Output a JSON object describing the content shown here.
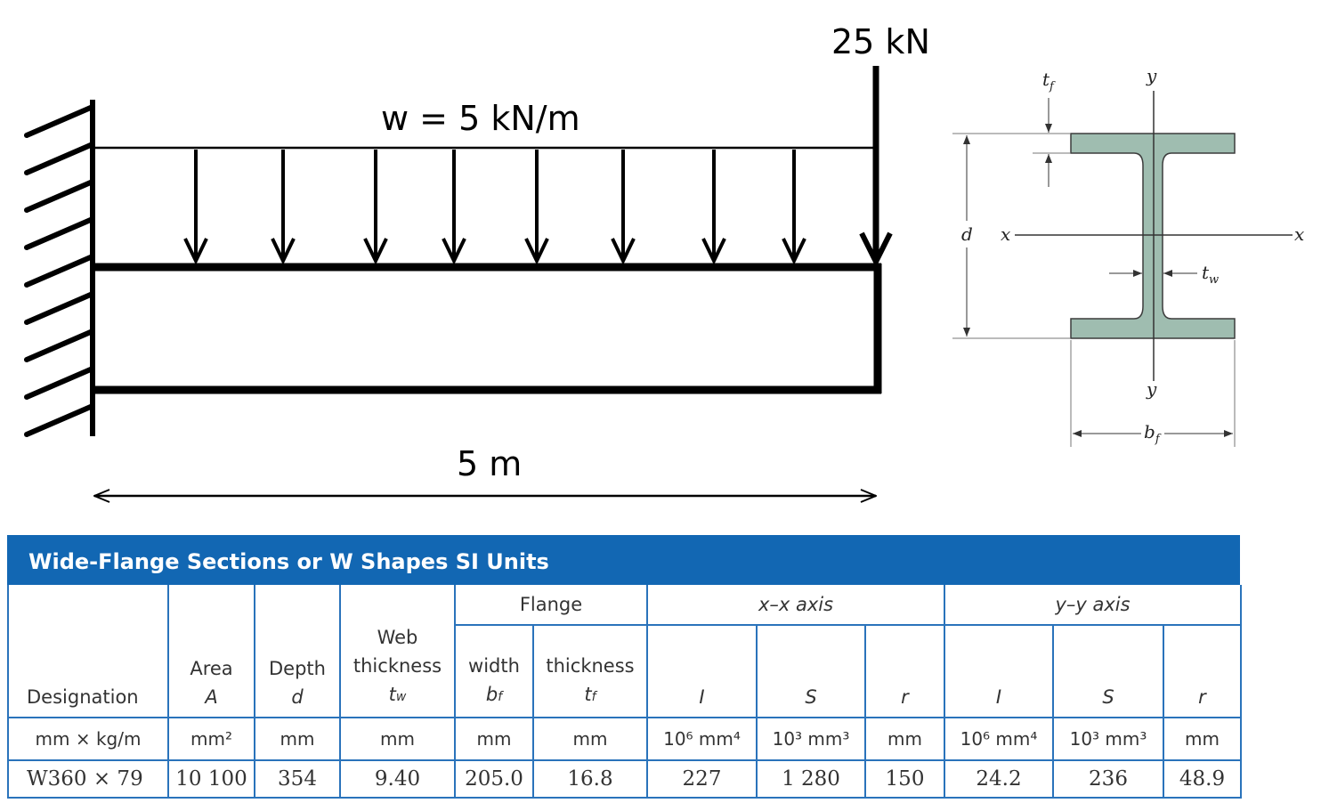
{
  "beam": {
    "distributed_load_label": "w = 5 kN/m",
    "point_load_label": "25 kN",
    "span_label": "5 m"
  },
  "section_figure": {
    "labels": {
      "tf": "t",
      "tf_sub": "f",
      "tw": "t",
      "tw_sub": "w",
      "bf": "b",
      "bf_sub": "f",
      "d": "d",
      "x_left": "x",
      "x_right": "x",
      "y_top": "y",
      "y_bottom": "y"
    },
    "fill_color": "#9fbdb0"
  },
  "table": {
    "title": "Wide-Flange Sections or W Shapes SI Units",
    "header_color": "#1267b3",
    "groups": {
      "flange": "Flange",
      "xx_axis": "x–x axis",
      "yy_axis": "y–y axis"
    },
    "columns": {
      "designation": "Designation",
      "area_line1": "Area",
      "area_line2": "A",
      "depth_line1": "Depth",
      "depth_line2": "d",
      "web_line1": "Web",
      "web_line2": "thickness",
      "web_line3": "t",
      "web_line3_sub": "w",
      "fwidth_line1": "width",
      "fwidth_line2": "b",
      "fwidth_line2_sub": "f",
      "fthick_line1": "thickness",
      "fthick_line2": "t",
      "fthick_line2_sub": "f",
      "xx_I": "I",
      "xx_S": "S",
      "xx_r": "r",
      "yy_I": "I",
      "yy_S": "S",
      "yy_r": "r"
    },
    "units": [
      "mm × kg/m",
      "mm²",
      "mm",
      "mm",
      "mm",
      "mm",
      "10⁶ mm⁴",
      "10³ mm³",
      "mm",
      "10⁶ mm⁴",
      "10³ mm³",
      "mm"
    ],
    "row": [
      "W360 × 79",
      "10 100",
      "354",
      "9.40",
      "205.0",
      "16.8",
      "227",
      "1 280",
      "150",
      "24.2",
      "236",
      "48.9"
    ]
  }
}
